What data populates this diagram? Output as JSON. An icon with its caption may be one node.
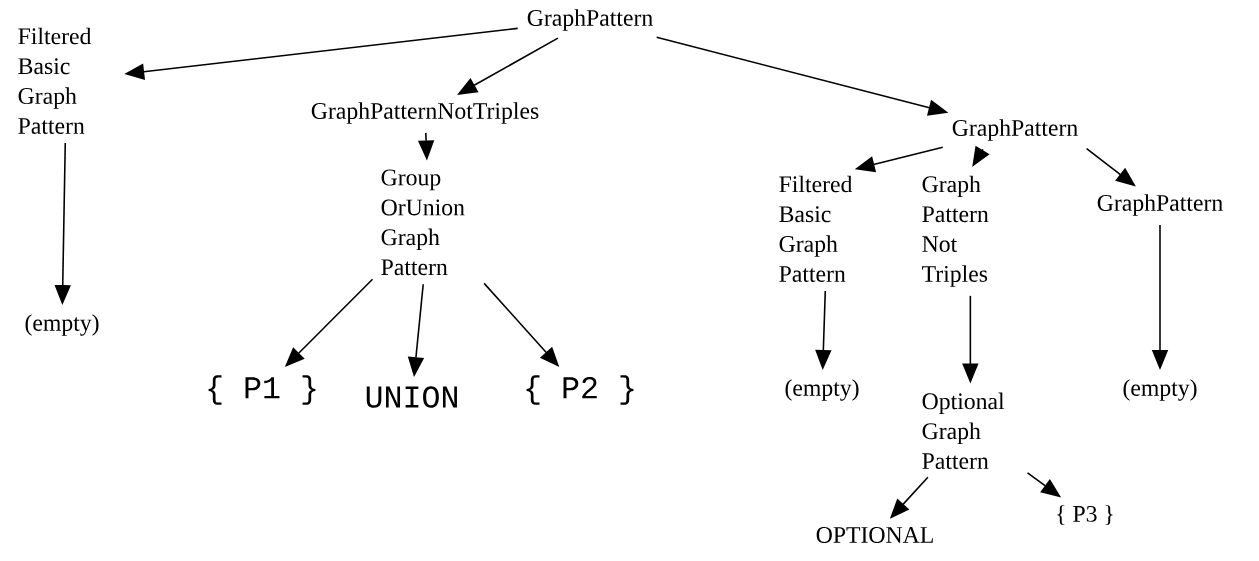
{
  "diagram": {
    "nodes": [
      {
        "text": [
          "GraphPattern"
        ]
      },
      {
        "text": [
          "Filtered Basic Graph Pattern"
        ]
      },
      {
        "text": [
          "GraphPatternNotTriples"
        ]
      },
      {
        "text": [
          "GraphPattern"
        ]
      },
      {
        "text": [
          "(empty)"
        ]
      },
      {
        "text": [
          "Group OrUnion Graph Pattern"
        ]
      },
      {
        "text": [
          "{ P1 }"
        ]
      },
      {
        "text": [
          "UNION"
        ]
      },
      {
        "text": [
          "{ P2 }"
        ]
      },
      {
        "text": [
          "Filtered Basic Graph Pattern"
        ]
      },
      {
        "text": [
          "Graph Pattern Not Triples"
        ]
      },
      {
        "text": [
          "GraphPattern"
        ]
      },
      {
        "text": [
          "(empty)"
        ]
      },
      {
        "text": [
          "Optional Graph Pattern"
        ]
      },
      {
        "text": [
          "(empty)"
        ]
      },
      {
        "text": [
          "OPTIONAL"
        ]
      },
      {
        "text": [
          "{ P3 }"
        ]
      }
    ],
    "edges": [
      {
        "from": 0,
        "to": 1,
        "arrow": "to"
      },
      {
        "from": 0,
        "to": 2,
        "arrow": "to"
      },
      {
        "from": 0,
        "to": 3,
        "arrow": "to"
      },
      {
        "from": 1,
        "to": 4,
        "arrow": "to"
      },
      {
        "from": 2,
        "to": 5,
        "arrow": "to"
      },
      {
        "from": 5,
        "to": 6,
        "arrow": "to"
      },
      {
        "from": 5,
        "to": 7,
        "arrow": "to"
      },
      {
        "from": 5,
        "to": 8,
        "arrow": "to"
      },
      {
        "from": 3,
        "to": 9,
        "arrow": "to"
      },
      {
        "from": 3,
        "to": 10,
        "arrow": "to"
      },
      {
        "from": 3,
        "to": 11,
        "arrow": "to"
      },
      {
        "from": 9,
        "to": 12,
        "arrow": "to"
      },
      {
        "from": 10,
        "to": 13,
        "arrow": "to"
      },
      {
        "from": 11,
        "to": 14,
        "arrow": "to"
      },
      {
        "from": 13,
        "to": 15,
        "arrow": "to"
      },
      {
        "from": 13,
        "to": 16,
        "arrow": "to"
      }
    ]
  }
}
